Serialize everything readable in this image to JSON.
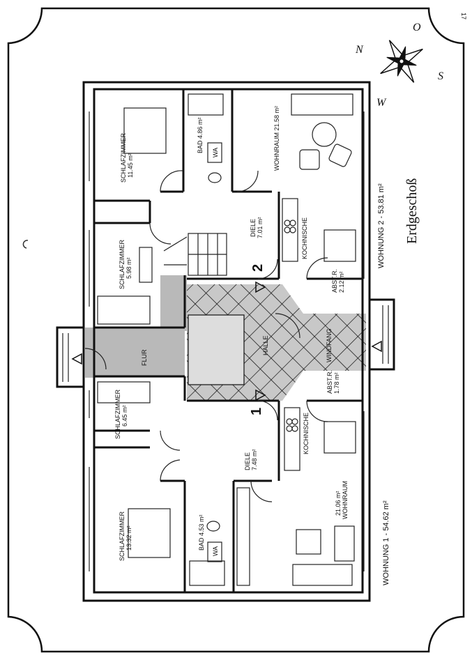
{
  "page_number": "17",
  "title": "Erdgeschoß",
  "compass": {
    "n": "N",
    "o": "O",
    "s": "S",
    "w": "W"
  },
  "entrances": {
    "one": "1",
    "two": "2"
  },
  "apartment2": {
    "label": "WOHNUNG 2 - 53.81 m²",
    "rooms": {
      "bedroom_large": {
        "name": "SCHLAFZIMMER",
        "area": "11.45 m²"
      },
      "bath": {
        "name": "BAD 4.86 m²",
        "fixture": "WA"
      },
      "living": {
        "name": "WOHNRAUM 21.58 m²"
      },
      "hall": {
        "name": "DIELE",
        "area": "7.01 m²"
      },
      "kitchen": {
        "name": "KOCHNISCHE"
      },
      "bedroom_small": {
        "name": "SCHLAFZIMMER",
        "area": "5.98 m²"
      },
      "storage": {
        "name": "ABST.R.",
        "area": "2.12 m²"
      }
    }
  },
  "common": {
    "flur": "FLUR",
    "halle": "HALLE",
    "windfang": "WINDFANG"
  },
  "apartment1": {
    "label": "WOHNUNG 1 - 54.62 m²",
    "rooms": {
      "bedroom_small": {
        "name": "SCHLAFZIMMER",
        "area": "6.45 m²"
      },
      "hall": {
        "name": "DIELE",
        "area": "7.48 m²"
      },
      "kitchen": {
        "name": "KOCHNISCHE"
      },
      "storage": {
        "name": "ABST.R.",
        "area": "1.78 m²"
      },
      "bedroom_large": {
        "name": "SCHLAFZIMMER",
        "area": "13.32 m²"
      },
      "bath": {
        "name": "BAD 4.53 m²",
        "fixture": "WA"
      },
      "living": {
        "name": "21.06 m²",
        "label": "WOHNRAUM"
      }
    }
  }
}
